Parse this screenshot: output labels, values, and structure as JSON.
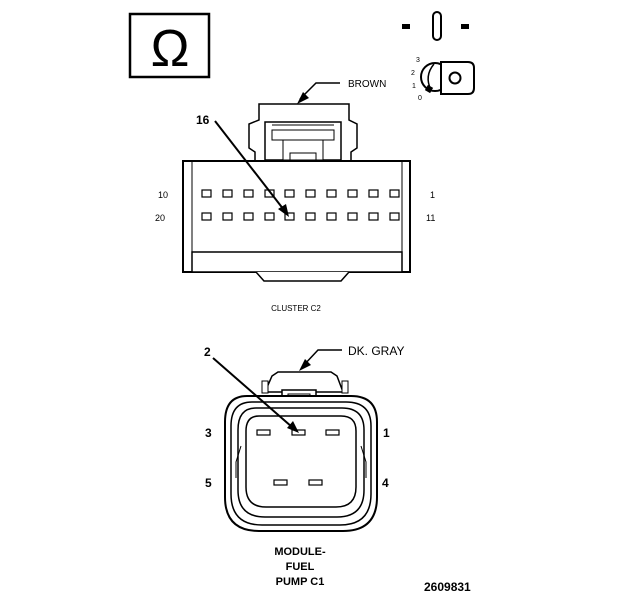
{
  "ohm_meter_icon": {
    "symbol": "Ω"
  },
  "ignition_key_icon": {
    "positions": [
      "3",
      "2",
      "1",
      "0"
    ]
  },
  "cluster_c2": {
    "wire_color": "BROWN",
    "callout_pin": "16",
    "row_top_left": "10",
    "row_top_right": "1",
    "row_bottom_left": "20",
    "row_bottom_right": "11",
    "caption": "CLUSTER C2"
  },
  "fuel_pump_c1": {
    "wire_color": "DK. GRAY",
    "callout_pin": "2",
    "pin_left_top": "3",
    "pin_right_top": "1",
    "pin_left_bottom": "5",
    "pin_right_bottom": "4",
    "caption_lines": [
      "MODULE-",
      "FUEL",
      "PUMP C1"
    ]
  },
  "figure_id": "2609831"
}
